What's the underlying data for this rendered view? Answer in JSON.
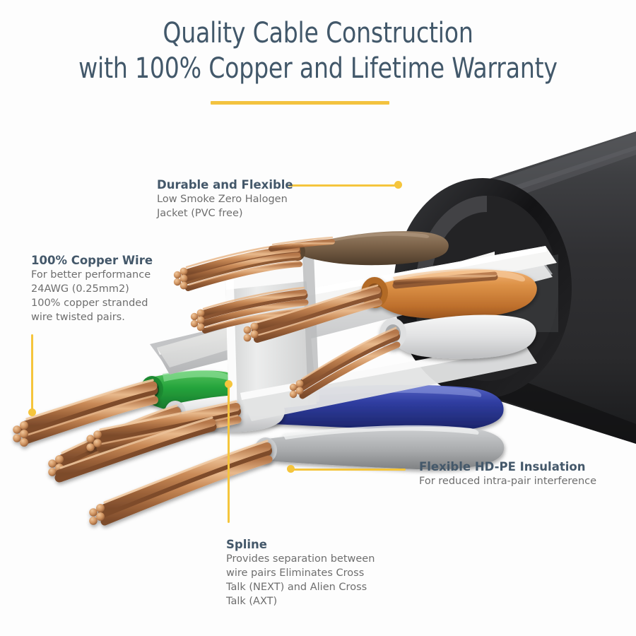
{
  "page": {
    "background": "#ffffff",
    "accent_yellow": "#f5c53c",
    "heading_color": "#42586a",
    "body_text_color": "#6e6e6e"
  },
  "heading": {
    "line1": "Quality Cable Construction",
    "line2": "with 100% Copper and Lifetime Warranty",
    "underline_color": "#f3c33f"
  },
  "callouts": {
    "jacket": {
      "title": "Durable and Flexible",
      "body": [
        "Low Smoke Zero Halogen",
        "Jacket (PVC free)"
      ]
    },
    "copper": {
      "title": "100% Copper Wire",
      "body": [
        "For better performance",
        "24AWG (0.25mm2)",
        "100% copper stranded",
        "wire twisted pairs."
      ]
    },
    "insulation": {
      "title": "Flexible HD-PE Insulation",
      "body": [
        "For reduced intra-pair interference"
      ]
    },
    "spline": {
      "title": "Spline",
      "body": [
        "Provides separation between",
        "wire pairs Eliminates Cross",
        "Talk (NEXT) and Alien Cross",
        "Talk (AXT)"
      ]
    }
  },
  "illustration": {
    "name": "cat6-cable-cutaway",
    "description": "Cutaway 3D render of a network cable showing black outer jacket, white plastic spline separator, four insulated twisted pairs and exposed copper strands",
    "colors": {
      "jacket_black": "#2b2b2d",
      "jacket_dark": "#151517",
      "jacket_highlight": "#4a4a4e",
      "spline_white": "#ededec",
      "spline_shadow": "#c8c9ca",
      "insulation_brown": "#7c6248",
      "insulation_orange": "#d2853f",
      "insulation_green": "#2aa73f",
      "insulation_blue": "#2f3fa0",
      "insulation_white": "#e3e4e4",
      "copper": "#c98a57",
      "copper_light": "#e8b489",
      "copper_dark": "#8d5630"
    },
    "wire_pairs": [
      {
        "name": "brown-pair",
        "color_label": "brown"
      },
      {
        "name": "orange-pair",
        "color_label": "orange"
      },
      {
        "name": "green-pair",
        "color_label": "green"
      },
      {
        "name": "blue-pair",
        "color_label": "blue"
      }
    ]
  }
}
